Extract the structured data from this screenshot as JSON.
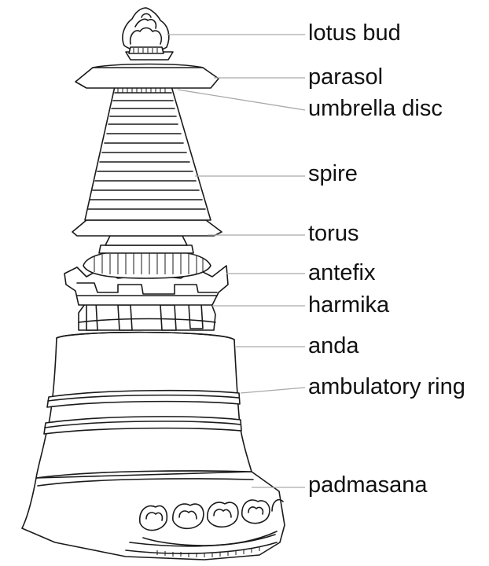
{
  "labels": [
    {
      "id": "lotus-bud",
      "text": "lotus bud"
    },
    {
      "id": "parasol",
      "text": "parasol"
    },
    {
      "id": "umbrella-disc",
      "text": "umbrella disc"
    },
    {
      "id": "spire",
      "text": "spire"
    },
    {
      "id": "torus",
      "text": "torus"
    },
    {
      "id": "antefix",
      "text": "antefix"
    },
    {
      "id": "harmika",
      "text": "harmika"
    },
    {
      "id": "anda",
      "text": "anda"
    },
    {
      "id": "ambulatory-ring",
      "text": "ambulatory ring"
    },
    {
      "id": "padmasana",
      "text": "padmasana"
    }
  ],
  "colors": {
    "ink": "#1a1a1a",
    "leader": "#a9a9a9",
    "background": "#ffffff"
  }
}
